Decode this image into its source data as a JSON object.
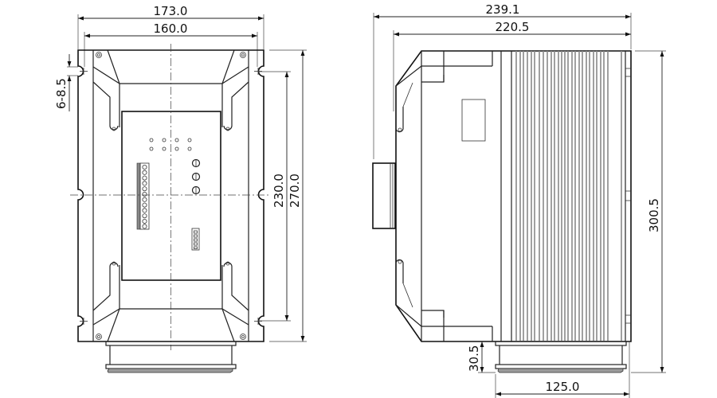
{
  "front_view": {
    "dimensions": {
      "overall_width": "173.0",
      "mount_hole_width": "160.0",
      "slot_size": "6-8.5",
      "mount_hole_height": "230.0",
      "overall_height": "270.0"
    },
    "panel": {
      "led_rows": 2,
      "led_cols": 4,
      "terminal_count": 12,
      "knob_count": 3,
      "dip_switch_positions": 5
    }
  },
  "side_view": {
    "dimensions": {
      "overall_depth": "239.1",
      "body_depth": "220.5",
      "overall_height": "300.5",
      "flange_height": "30.5",
      "flange_width": "125.0"
    }
  },
  "colors": {
    "line": "#222222",
    "heatsink_fin": "#8a8a8a",
    "background": "#ffffff"
  }
}
